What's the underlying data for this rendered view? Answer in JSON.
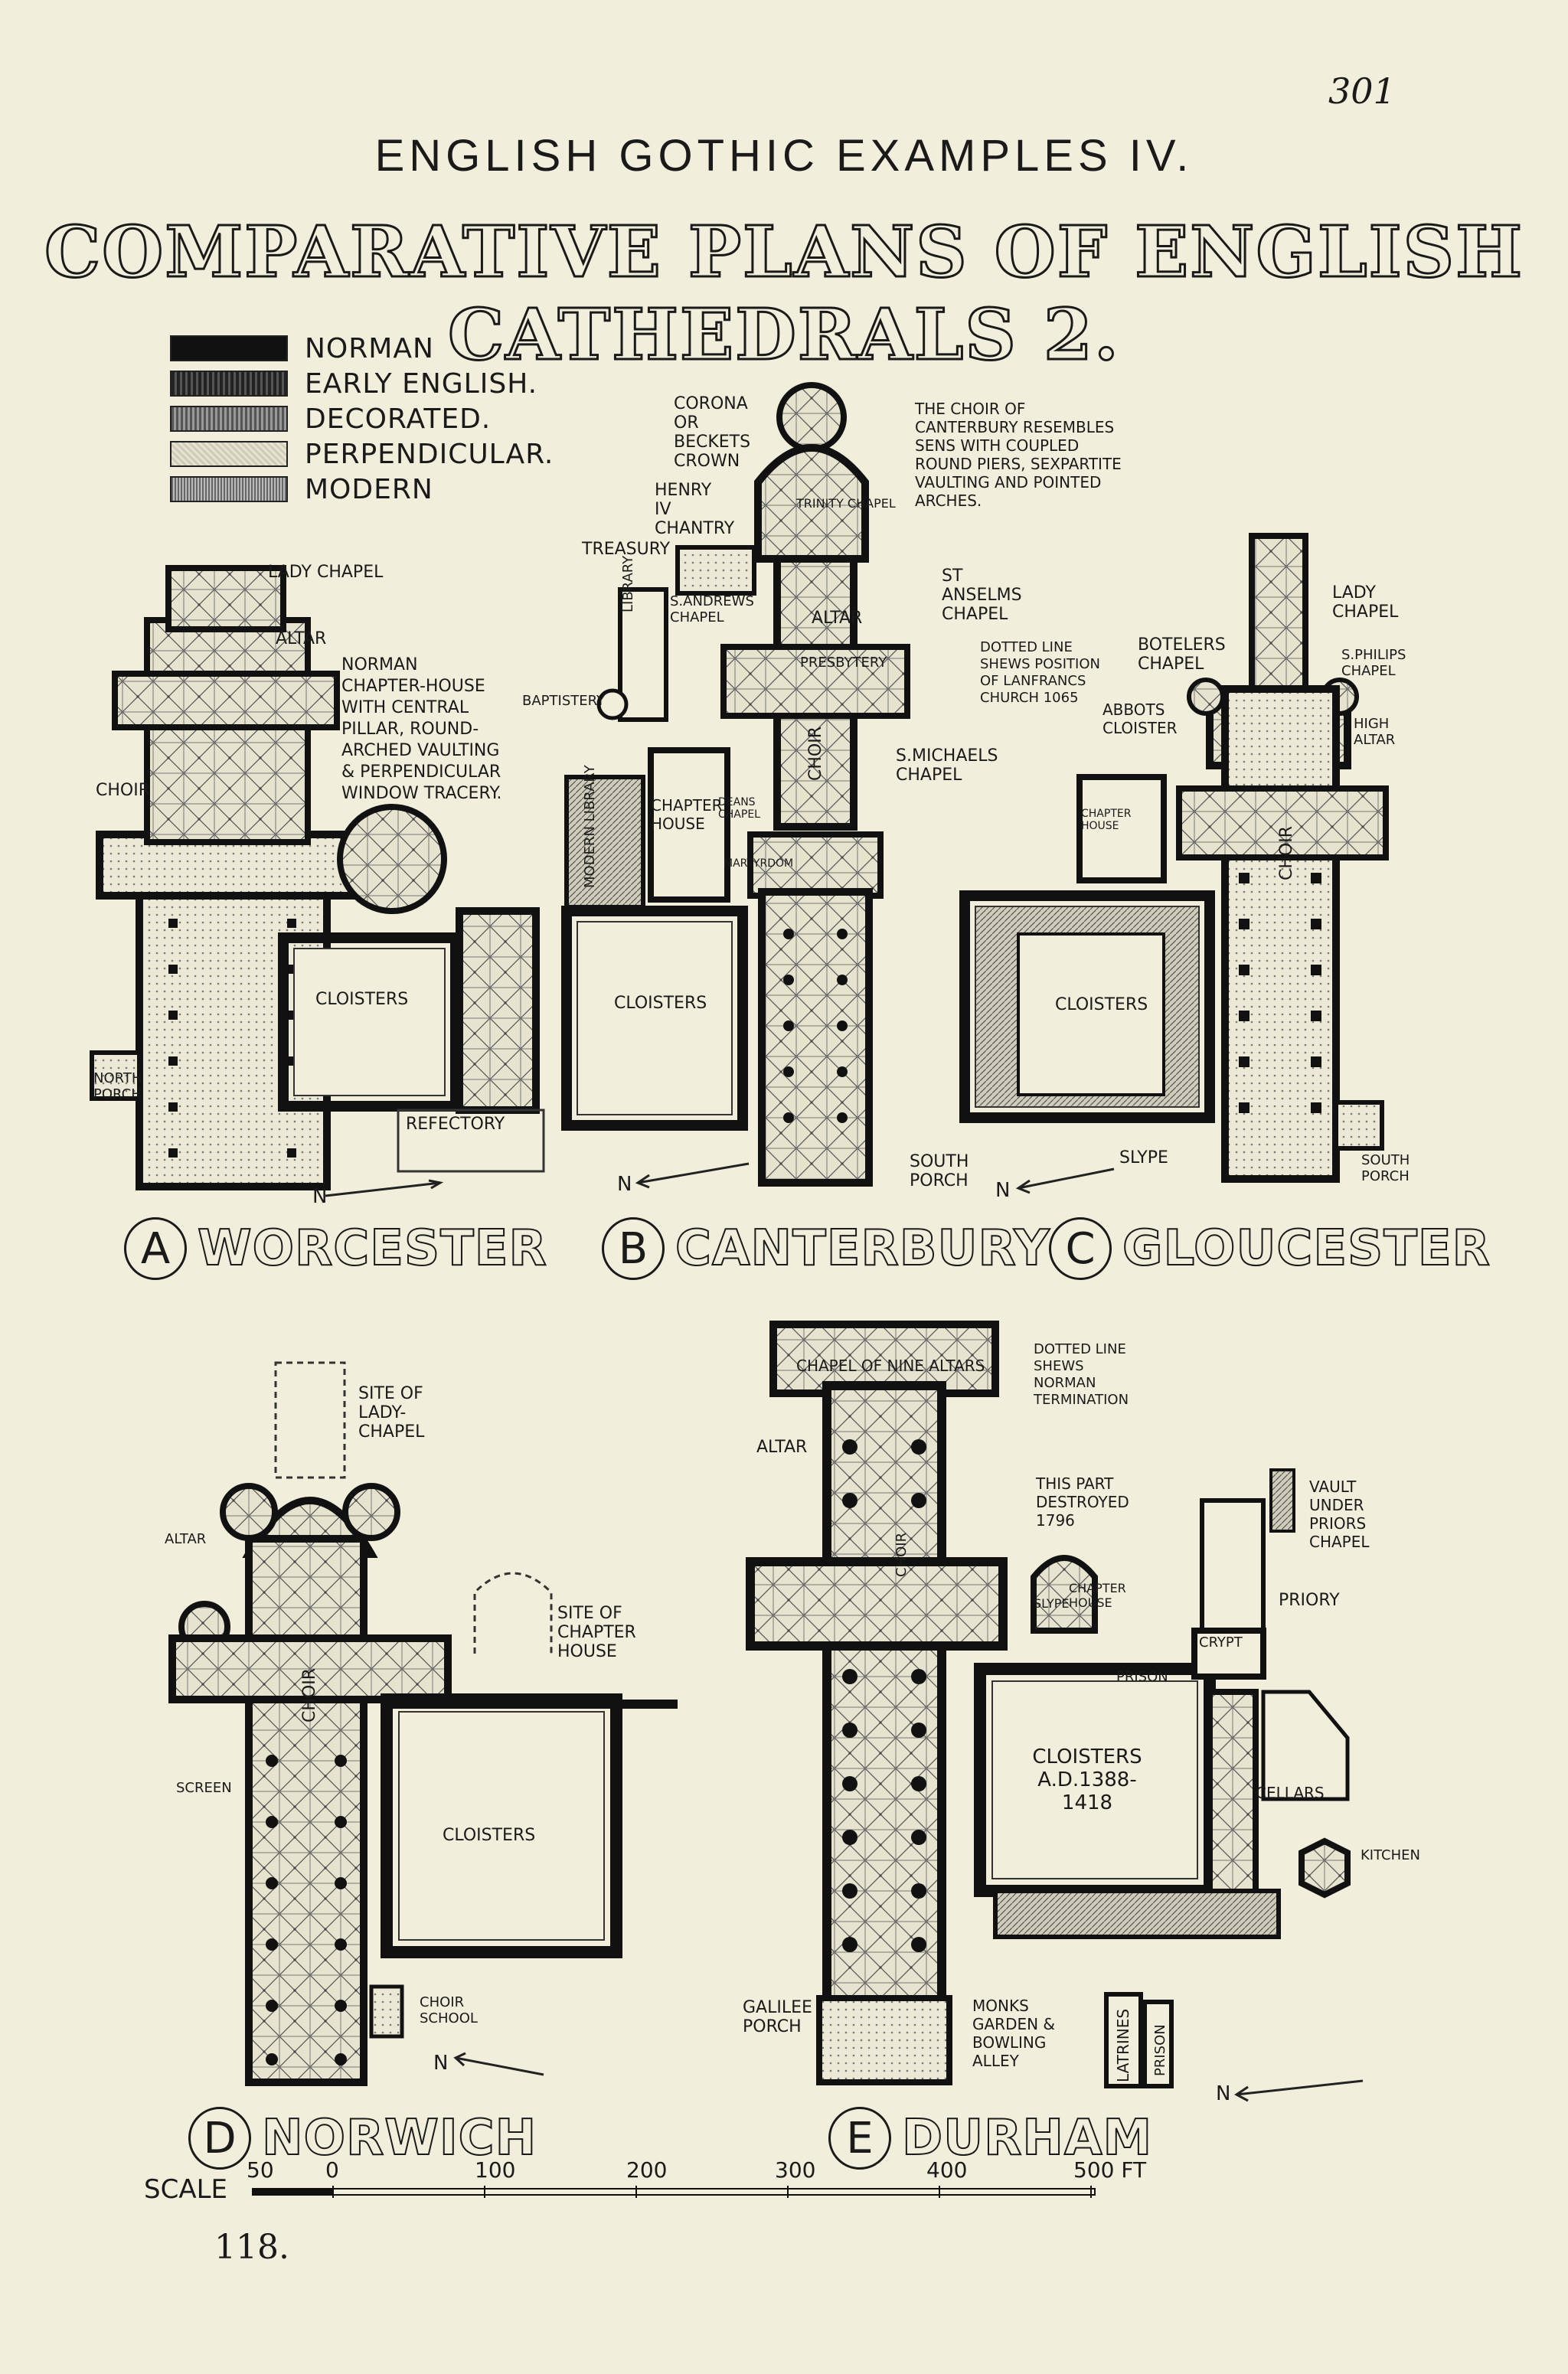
{
  "page_number": "301",
  "series_title": "ENGLISH GOTHIC EXAMPLES IV.",
  "main_title": "COMPARATIVE PLANS OF ENGLISH CATHEDRALS 2.",
  "legend": [
    {
      "label": "NORMAN",
      "color": "#111111"
    },
    {
      "label": "EARLY ENGLISH.",
      "color": "#3c3c3c"
    },
    {
      "label": "DECORATED.",
      "color": "#6e6e6e"
    },
    {
      "label": "PERPENDICULAR.",
      "color": "#cfcdb9"
    },
    {
      "label": "MODERN",
      "color": "#9b9b9b"
    }
  ],
  "plans": {
    "worcester": {
      "letter": "A",
      "name": "WORCESTER",
      "labels": {
        "lady_chapel": "LADY CHAPEL",
        "altar": "ALTAR",
        "choir": "CHOIR",
        "cloisters": "CLOISTERS",
        "north_porch": "NORTH PORCH",
        "refectory": "REFECTORY",
        "north": "N"
      },
      "note": "NORMAN CHAPTER-HOUSE WITH CENTRAL PILLAR, ROUND-ARCHED VAULTING & PERPENDICULAR WINDOW TRACERY."
    },
    "canterbury": {
      "letter": "B",
      "name": "CANTERBURY",
      "labels": {
        "corona": "CORONA OR BECKETS CROWN",
        "henry_iv_chantry": "HENRY IV CHANTRY",
        "trinity_chapel": "TRINITY CHAPEL",
        "treasury": "TREASURY",
        "st_anselms_chapel": "ST ANSELMS CHAPEL",
        "library": "LIBRARY",
        "st_andrews_chapel": "S.ANDREWS CHAPEL",
        "altar": "ALTAR",
        "presbytery": "PRESBYTERY",
        "baptistery": "BAPTISTERY",
        "choir": "CHOIR",
        "st_michaels_chapel": "S.MICHAELS CHAPEL",
        "modern_library": "MODERN LIBRARY",
        "chapter_house": "CHAPTER HOUSE",
        "deans_chapel": "DEANS CHAPEL",
        "martyrdom": "MARTYRDOM",
        "cloisters": "CLOISTERS",
        "south_porch": "SOUTH PORCH",
        "north": "N"
      },
      "note_choir": "THE CHOIR OF CANTERBURY RESEMBLES SENS WITH COUPLED ROUND PIERS, SEXPARTITE VAULTING AND POINTED ARCHES.",
      "note_dotted": "DOTTED LINE SHEWS POSITION OF LANFRANCS CHURCH 1065"
    },
    "gloucester": {
      "letter": "C",
      "name": "GLOUCESTER",
      "labels": {
        "lady_chapel": "LADY CHAPEL",
        "botelers_chapel": "BOTELERS CHAPEL",
        "st_philips_chapel": "S.PHILIPS CHAPEL",
        "abbots_cloister": "ABBOTS CLOISTER",
        "high_altar": "HIGH ALTAR",
        "chapter_house": "CHAPTER HOUSE",
        "choir": "CHOIR",
        "cloisters": "CLOISTERS",
        "slype": "SLYPE",
        "south_porch": "SOUTH PORCH",
        "north": "N"
      }
    },
    "norwich": {
      "letter": "D",
      "name": "NORWICH",
      "labels": {
        "site_lady_chapel": "SITE OF LADY-CHAPEL",
        "altar": "ALTAR",
        "site_chapter_house": "SITE OF CHAPTER HOUSE",
        "choir": "CHOIR",
        "screen": "SCREEN",
        "cloisters": "CLOISTERS",
        "choir_school": "CHOIR SCHOOL",
        "north": "N"
      }
    },
    "durham": {
      "letter": "E",
      "name": "DURHAM",
      "labels": {
        "chapel_nine_altars": "CHAPEL OF NINE ALTARS",
        "altar": "ALTAR",
        "dotted_note": "DOTTED LINE SHEWS NORMAN TERMINATION",
        "destroyed_note": "THIS PART DESTROYED 1796",
        "vault_note": "VAULT UNDER PRIORS CHAPEL",
        "choir": "CHOIR",
        "chapter_house": "CHAPTER HOUSE",
        "slype": "SLYPE",
        "crypt": "CRYPT",
        "priory": "PRIORY",
        "prison": "PRISON",
        "cloisters": "CLOISTERS A.D.1388-1418",
        "cellars": "CELLARS",
        "kitchen": "KITCHEN",
        "galilee_porch": "GALILEE PORCH",
        "monks_garden": "MONKS GARDEN & BOWLING ALLEY",
        "latrines": "LATRINES",
        "prison_lower": "PRISON",
        "north": "N"
      }
    }
  },
  "scale": {
    "label": "SCALE",
    "ticks": [
      "50",
      "0",
      "100",
      "200",
      "300",
      "400",
      "500 FT"
    ]
  },
  "plate_number": "118."
}
